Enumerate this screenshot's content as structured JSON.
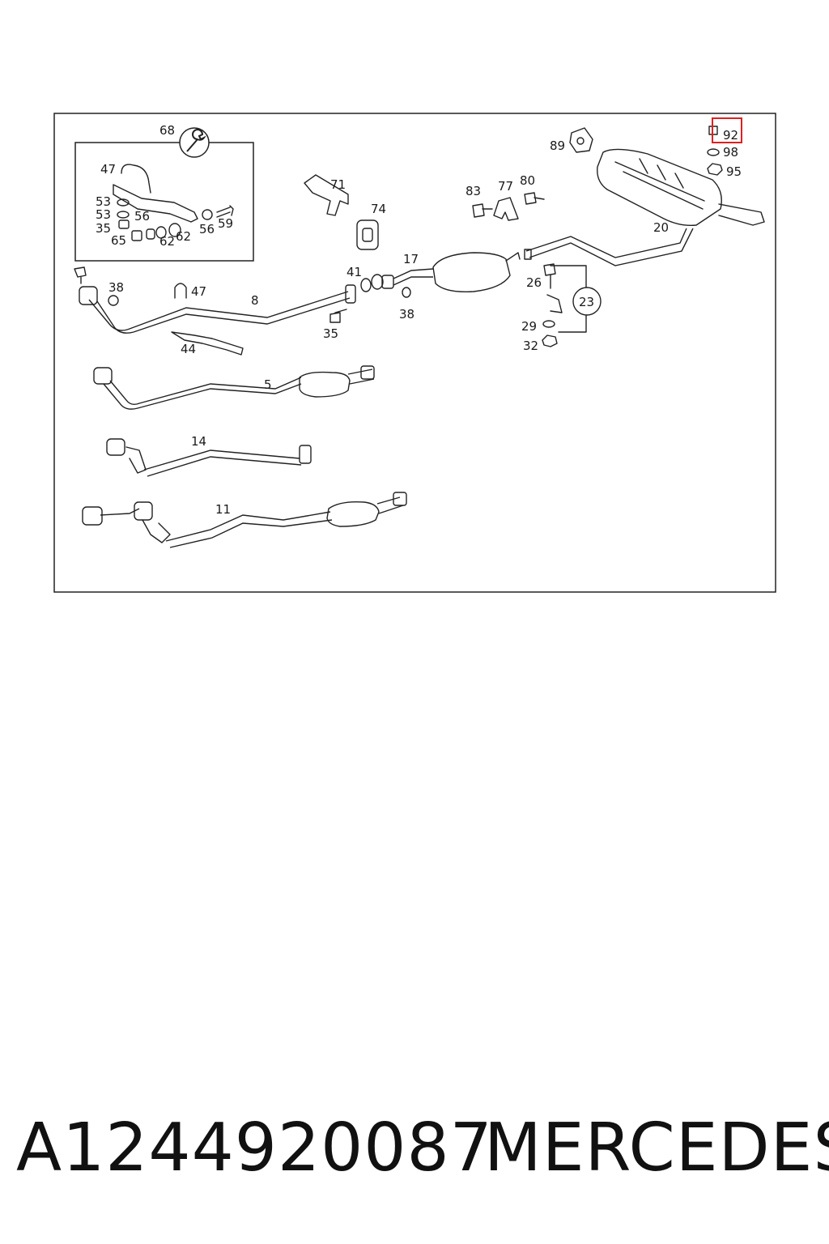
{
  "diagram": {
    "labels": {
      "l68": "68",
      "l47a": "47",
      "l53a": "53",
      "l53b": "53",
      "l56a": "56",
      "l35a": "35",
      "l65": "65",
      "l62a": "62",
      "l62b": "62",
      "l56b": "56",
      "l59": "59",
      "l71": "71",
      "l74": "74",
      "l83": "83",
      "l77": "77",
      "l80": "80",
      "l89": "89",
      "l92": "92",
      "l98": "98",
      "l95": "95",
      "l20": "20",
      "l17": "17",
      "l41": "41",
      "l38a": "38",
      "l38b": "38",
      "l47b": "47",
      "l8": "8",
      "l35b": "35",
      "l44": "44",
      "l26": "26",
      "l23": "23",
      "l29": "29",
      "l32": "32",
      "l5": "5",
      "l14": "14",
      "l11": "11"
    },
    "highlight_color": "#e02020"
  },
  "caption": {
    "part_number": "A1244920087",
    "brand": "MERCEDES"
  }
}
